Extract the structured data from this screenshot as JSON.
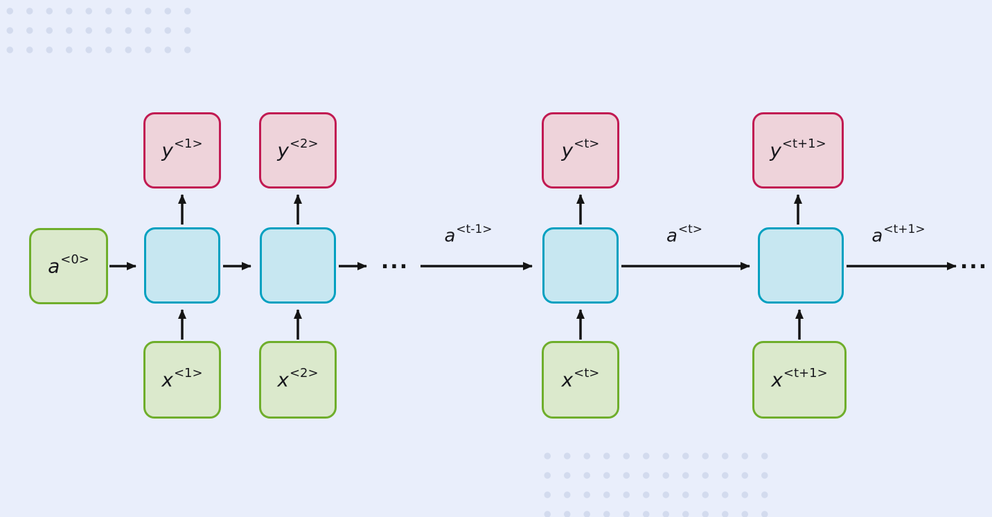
{
  "diagram_title": "rnn-unrolled-sequence-diagram",
  "nodes": {
    "a0": {
      "base": "a",
      "sup": "<0>"
    },
    "y1": {
      "base": "y",
      "sup": "<1>"
    },
    "y2": {
      "base": "y",
      "sup": "<2>"
    },
    "yt": {
      "base": "y",
      "sup": "<t>"
    },
    "yt1": {
      "base": "y",
      "sup": "<t+1>"
    },
    "x1": {
      "base": "x",
      "sup": "<1>"
    },
    "x2": {
      "base": "x",
      "sup": "<2>"
    },
    "xt": {
      "base": "x",
      "sup": "<t>"
    },
    "xt1": {
      "base": "x",
      "sup": "<t+1>"
    }
  },
  "edge_labels": {
    "a_t_minus_1": {
      "base": "a",
      "sup": "<t-1>"
    },
    "a_t": {
      "base": "a",
      "sup": "<t>"
    },
    "a_t_plus_1": {
      "base": "a",
      "sup": "<t+1>"
    }
  },
  "ellipsis": {
    "mid": "...",
    "end": "..."
  },
  "colors": {
    "background": "#e9eefb",
    "dot": "#d3dbee",
    "green_fill": "#dbe9cc",
    "green_border": "#6fae2b",
    "blue_fill": "#c7e7f1",
    "blue_border": "#00a0c0",
    "pink_fill": "#eed3da",
    "pink_border": "#c11a52",
    "arrow": "#141414"
  }
}
